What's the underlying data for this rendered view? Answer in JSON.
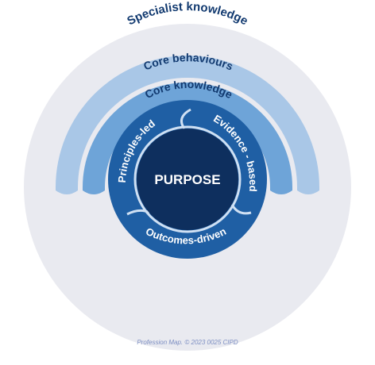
{
  "diagram": {
    "outer_band_label": "Specialist knowledge",
    "middle_band_label": "Core behaviours",
    "inner_band_label": "Core knowledge",
    "center_label": "PURPOSE",
    "ring_segments": [
      {
        "label": "Principles-led"
      },
      {
        "label": "Evidence - based"
      },
      {
        "label": "Outcomes-driven"
      }
    ],
    "footer": "Profession Map. © 2023 0025 CIPD"
  },
  "colors": {
    "background_circle": "#e9eaf0",
    "band_core_behaviours": "#a9c7e7",
    "band_core_knowledge": "#6ea4d8",
    "ring": "#1f5fa4",
    "center": "#0e2f5e",
    "outer_text": "#123a70",
    "white_text": "#ffffff",
    "footer_text": "#7c8ec2"
  }
}
